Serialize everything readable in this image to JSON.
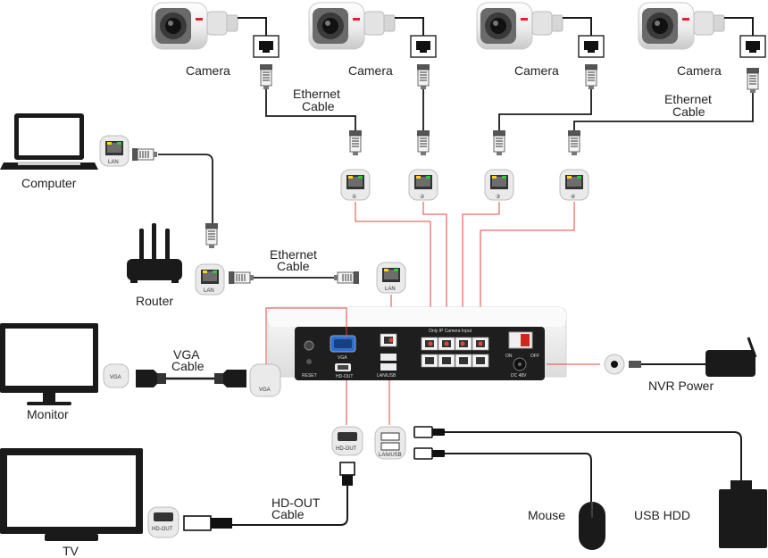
{
  "labels": {
    "camera": "Camera",
    "ethernet": "Ethernet",
    "cable": "Cable",
    "computer": "Computer",
    "router": "Router",
    "vga": "VGA",
    "monitor": "Monitor",
    "nvr_power": "NVR Power",
    "hd_out": "HD-OUT",
    "tv": "TV",
    "mouse": "Mouse",
    "usb_hdd": "USB HDD"
  },
  "port_labels": {
    "lan": "LAN",
    "vga": "VGA",
    "hd_out": "HD-OUT",
    "lan_usb": "LAN/USB",
    "reset": "RESET",
    "dc": "DC 48V",
    "poe_header": "Only IP Camera Input",
    "on": "ON",
    "off": "OFF"
  },
  "poe_ports": [
    "①",
    "②",
    "③",
    "④"
  ],
  "colors": {
    "cable_black": "#1a1a1a",
    "signal_red": "#e0473a",
    "nvr_body": "#f2f2f2",
    "nvr_panel": "#1e1e1e"
  }
}
